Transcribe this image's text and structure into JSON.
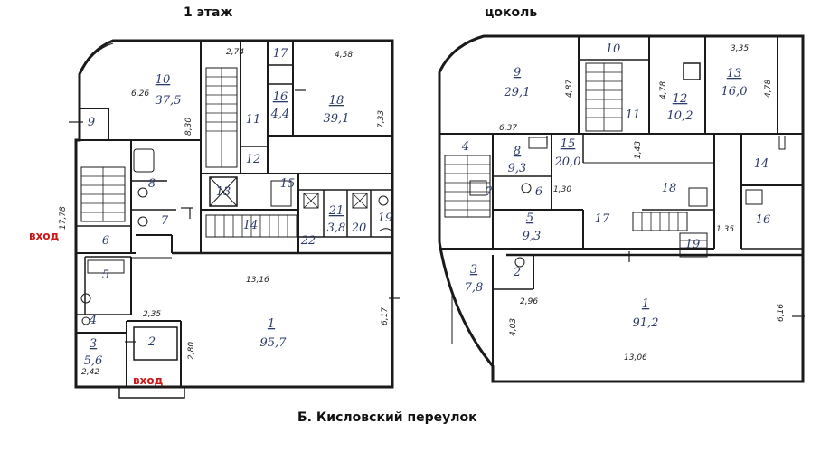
{
  "titles": {
    "floor1": "1 этаж",
    "basement": "цоколь",
    "street": "Б. Кисловский переулок"
  },
  "entrances": {
    "left": "вход",
    "bottom": "вход"
  },
  "floor1": {
    "rooms": [
      {
        "num": "10",
        "area": "37,5"
      },
      {
        "num": "9",
        "area": ""
      },
      {
        "num": "17",
        "area": ""
      },
      {
        "num": "16",
        "area": "4,4"
      },
      {
        "num": "11",
        "area": ""
      },
      {
        "num": "18",
        "area": "39,1"
      },
      {
        "num": "12",
        "area": ""
      },
      {
        "num": "8",
        "area": ""
      },
      {
        "num": "13",
        "area": ""
      },
      {
        "num": "15",
        "area": ""
      },
      {
        "num": "21",
        "area": "3,8"
      },
      {
        "num": "20",
        "area": ""
      },
      {
        "num": "19",
        "area": ""
      },
      {
        "num": "7",
        "area": ""
      },
      {
        "num": "14",
        "area": ""
      },
      {
        "num": "22",
        "area": ""
      },
      {
        "num": "6",
        "area": ""
      },
      {
        "num": "5",
        "area": ""
      },
      {
        "num": "4",
        "area": ""
      },
      {
        "num": "3",
        "area": "5,6"
      },
      {
        "num": "2",
        "area": ""
      },
      {
        "num": "1",
        "area": "95,7"
      }
    ],
    "dims": [
      "2,74",
      "4,58",
      "6,26",
      "8,30",
      "7,33",
      "17,78",
      "13,16",
      "2,35",
      "2,80",
      "6,17",
      "2,42"
    ]
  },
  "basement": {
    "rooms": [
      {
        "num": "9",
        "area": "29,1"
      },
      {
        "num": "10",
        "area": ""
      },
      {
        "num": "11",
        "area": ""
      },
      {
        "num": "12",
        "area": "10,2"
      },
      {
        "num": "13",
        "area": "16,0"
      },
      {
        "num": "4",
        "area": ""
      },
      {
        "num": "8",
        "area": "9,3"
      },
      {
        "num": "15",
        "area": "20,0"
      },
      {
        "num": "7",
        "area": ""
      },
      {
        "num": "6",
        "area": ""
      },
      {
        "num": "18",
        "area": ""
      },
      {
        "num": "14",
        "area": ""
      },
      {
        "num": "16",
        "area": ""
      },
      {
        "num": "5",
        "area": "9,3"
      },
      {
        "num": "17",
        "area": ""
      },
      {
        "num": "19",
        "area": ""
      },
      {
        "num": "3",
        "area": "7,8"
      },
      {
        "num": "2",
        "area": ""
      },
      {
        "num": "1",
        "area": "91,2"
      }
    ],
    "dims": [
      "3,35",
      "4,87",
      "4,78",
      "4,78",
      "6,37",
      "1,43",
      "1,30",
      "1,35",
      "2,96",
      "4,03",
      "6,16",
      "13,06"
    ]
  }
}
